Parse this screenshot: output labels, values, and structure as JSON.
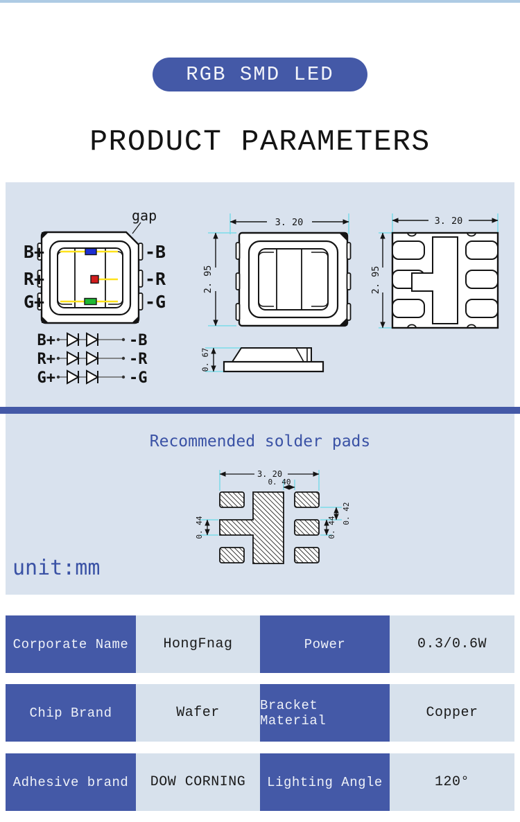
{
  "header": {
    "badge": "RGB SMD LED",
    "title": "PRODUCT PARAMETERS"
  },
  "diagram": {
    "gap_label": "gap",
    "pins": {
      "left": [
        "B+",
        "R+",
        "G+"
      ],
      "right": [
        "-B",
        "-R",
        "-G"
      ]
    },
    "dims": {
      "w": "3. 20",
      "h": "2. 95",
      "t": "0. 67"
    }
  },
  "solder": {
    "title": "Recommended solder pads",
    "unit": "unit:mm",
    "dims": {
      "w": "3. 20",
      "gap": "0. 40",
      "g42": "0. 42",
      "g44": "0. 44"
    }
  },
  "table": {
    "rows": [
      {
        "cells": [
          "Corporate Name",
          "HongFnag",
          "Power",
          "0.3/0.6W"
        ]
      },
      {
        "cells": [
          "Chip Brand",
          "Wafer",
          "Bracket Material",
          "Copper"
        ]
      },
      {
        "cells": [
          "Adhesive brand",
          "DOW CORNING",
          "Lighting Angle",
          "120°"
        ]
      }
    ]
  },
  "colors": {
    "accent": "#4459a7",
    "panel": "#d9e2ee",
    "light_cell": "#d7e1ec",
    "topbar": "#aecbe4",
    "blue_text": "#3a52a5",
    "cyan": "#7adbe8",
    "wire": "#ffe21c",
    "pin_blue": "#1d1df2",
    "pin_red": "#f22222",
    "pin_green": "#2ed23c"
  }
}
